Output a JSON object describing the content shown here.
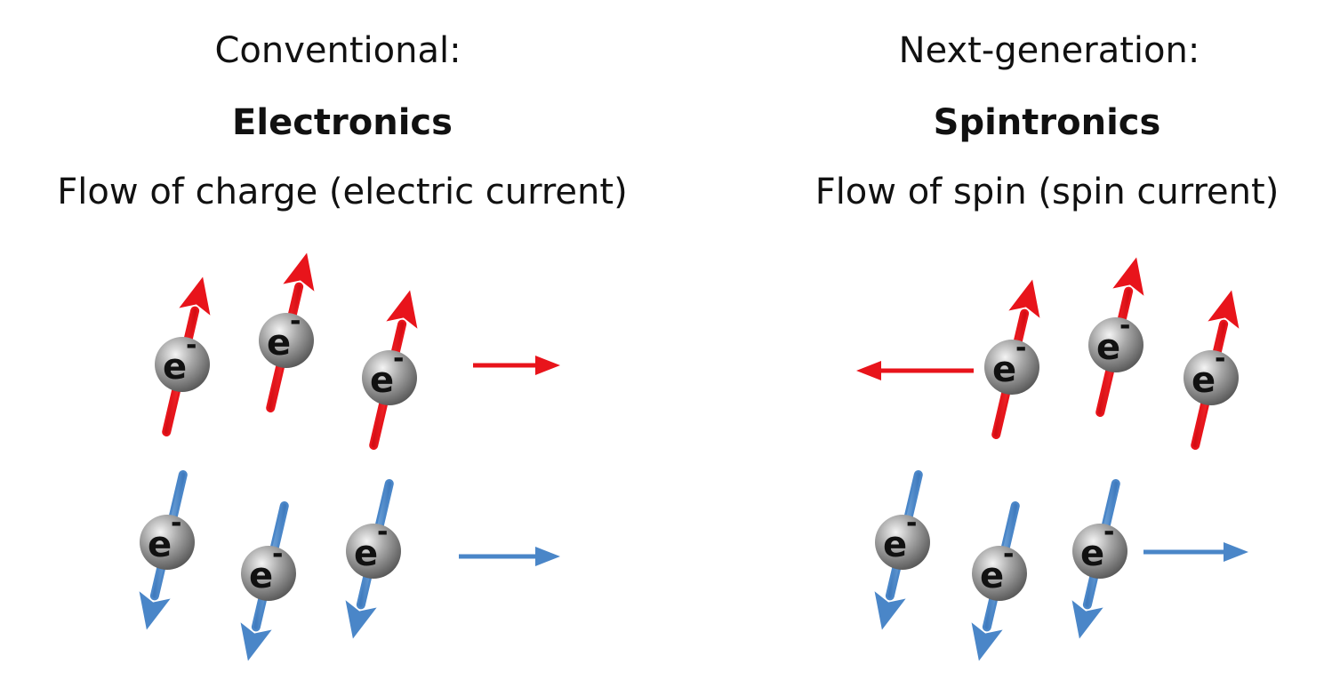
{
  "left": {
    "header": "Conventional:",
    "title": "Electronics",
    "subtitle": "Flow of charge (electric current)"
  },
  "right": {
    "header": "Next-generation:",
    "title": "Spintronics",
    "subtitle": "Flow of spin (spin current)"
  },
  "electron": {
    "symbol": "e",
    "charge": "-"
  },
  "colors": {
    "spin_up": "#e8141b",
    "spin_down": "#4a86c8",
    "electron_sphere": "#8a8a8a",
    "text": "#111111"
  }
}
